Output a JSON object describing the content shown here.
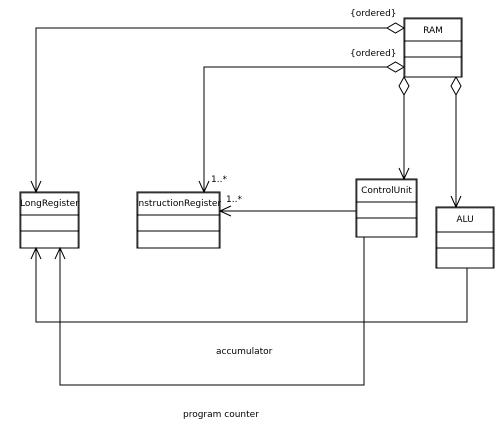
{
  "diagram": {
    "classes": {
      "ram": "RAM",
      "long_register": "LongRegister",
      "instruction_register": "InstructionRegister",
      "control_unit": "ControlUnit",
      "alu": "ALU"
    },
    "constraints": {
      "ordered_1": "{ordered}",
      "ordered_2": "{ordered}"
    },
    "multiplicities": {
      "ir_from_ram": "1..*",
      "ir_from_cu": "1..*"
    },
    "labels": {
      "accumulator": "accumulator",
      "program_counter": "program counter"
    }
  }
}
